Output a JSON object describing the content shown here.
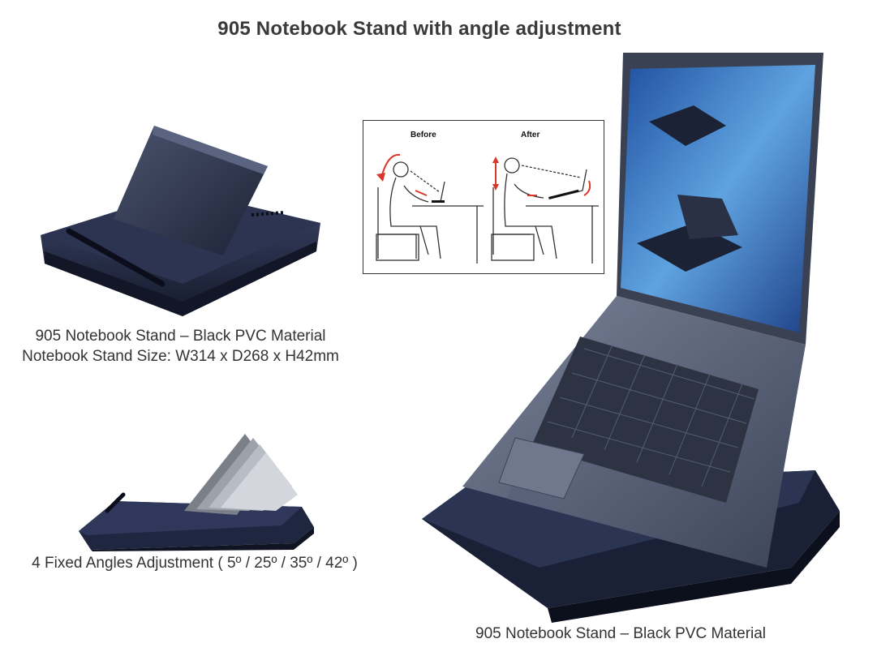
{
  "page": {
    "title": "905 Notebook Stand with angle adjustment"
  },
  "captions": {
    "stand_line1": "905 Notebook Stand – Black PVC Material",
    "stand_line2": "Notebook Stand Size: W314 x D268 x H42mm",
    "angles": "4 Fixed Angles Adjustment ( 5º / 25º / 35º / 42º )",
    "laptop": "905  Notebook Stand – Black PVC Material"
  },
  "diagram": {
    "before_label": "Before",
    "after_label": "After"
  },
  "colors": {
    "stand": "#232a44",
    "stand_highlight": "#3c4668",
    "laptop_body": "#5b6479",
    "screen": "#2f5fa8",
    "arrow": "#d8372a"
  }
}
